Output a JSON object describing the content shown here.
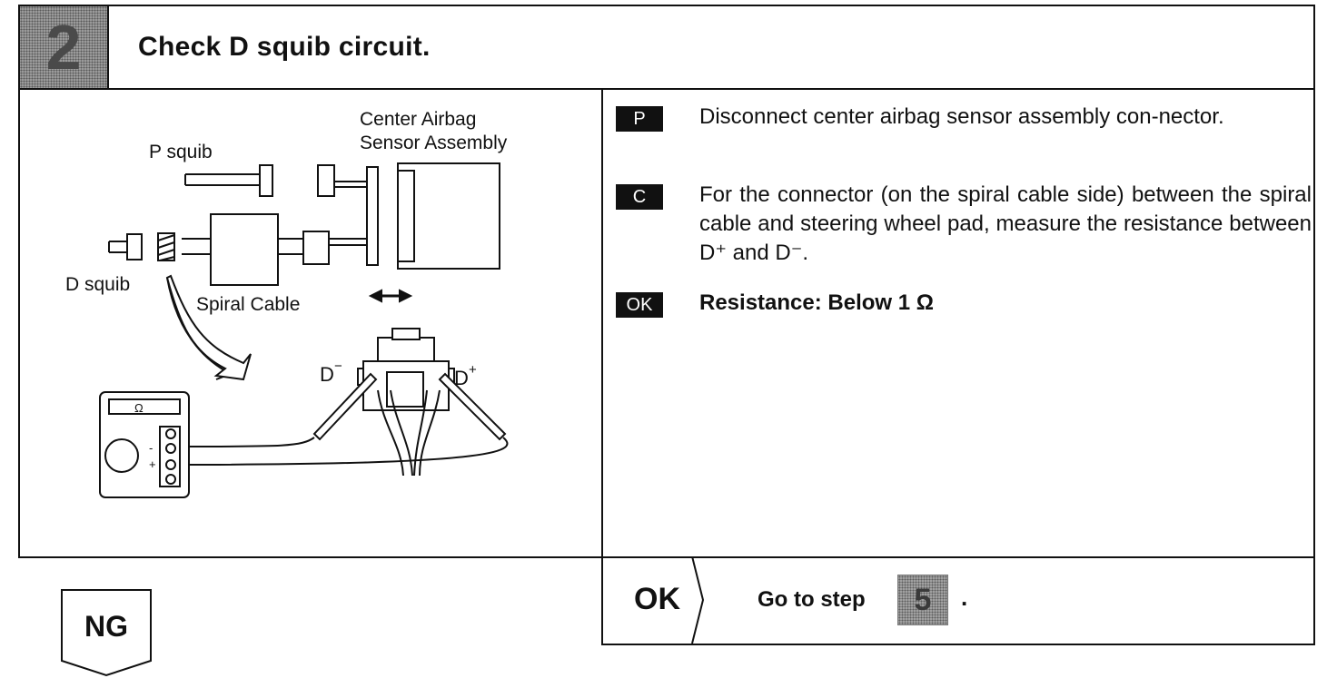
{
  "header": {
    "step_number": "2",
    "title": "Check D squib circuit."
  },
  "diagram": {
    "labels": {
      "center_airbag_line1": "Center Airbag",
      "center_airbag_line2": "Sensor Assembly",
      "p_squib": "P squib",
      "d_squib": "D squib",
      "spiral_cable": "Spiral Cable",
      "d_minus": "D",
      "d_plus": "D",
      "minus_sup": "−",
      "plus_sup": "+",
      "meter_symbol": "Ω",
      "meter_minus": "-",
      "meter_plus": "+"
    }
  },
  "instructions": [
    {
      "badge": "P",
      "text": "Disconnect center airbag sensor assembly con-nector."
    },
    {
      "badge": "C",
      "text": "For the connector (on the spiral cable side) between the spiral cable and steering wheel pad, measure the resistance between D⁺ and D⁻."
    },
    {
      "badge": "OK",
      "text": "Resistance:   Below 1 Ω"
    }
  ],
  "result_ok": {
    "label": "OK",
    "goto_text": "Go to step",
    "step_ref": "5",
    "period": "."
  },
  "result_ng": {
    "label": "NG"
  }
}
